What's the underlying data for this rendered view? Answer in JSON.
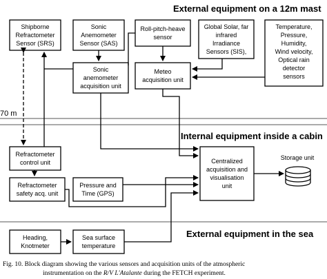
{
  "headers": {
    "mast": "External equipment on a 12m mast",
    "cabin": "Internal equipment inside a cabin",
    "sea": "External equipment in the sea"
  },
  "level_label": "70 m",
  "boxes": {
    "srs": [
      "Shipborne",
      "Refractometer",
      "Sensor (SRS)"
    ],
    "sas": [
      "Sonic",
      "Anemometer",
      "Sensor (SAS)"
    ],
    "rph": [
      "Roll-pitch-heave",
      "sensor"
    ],
    "sis": [
      "Global Solar, far",
      "infrared",
      "Irradiance",
      "Sensors (SIS),"
    ],
    "met": [
      "Temperature,",
      "Pressure,",
      "Humidity,",
      "Wind velocity,",
      "Optical rain",
      "detector",
      "sensors"
    ],
    "sonic_acq": [
      "Sonic",
      "anemometer",
      "acquisition unit"
    ],
    "meteo_acq": [
      "Meteo",
      "acquisition unit"
    ],
    "refr_ctrl": [
      "Refractometer",
      "control unit"
    ],
    "refr_safety": [
      "Refractometer",
      "safety acq. unit"
    ],
    "press_time": [
      "Pressure and",
      "Time (GPS)"
    ],
    "central": [
      "Centralized",
      "acquisition and",
      "visualisation",
      "unit"
    ],
    "heading": [
      "Heading,",
      "Knotmeter"
    ],
    "sst": [
      "Sea surface",
      "temperature"
    ]
  },
  "storage_label": "Storage unit",
  "caption": {
    "line1": "Fig. 10. Block diagram showing the various sensors and acquisition units of the atmospheric",
    "line2_pre": "instrumentation on the ",
    "line2_ship": "R/V L'Atalante",
    "line2_post": " during the FETCH experiment."
  }
}
